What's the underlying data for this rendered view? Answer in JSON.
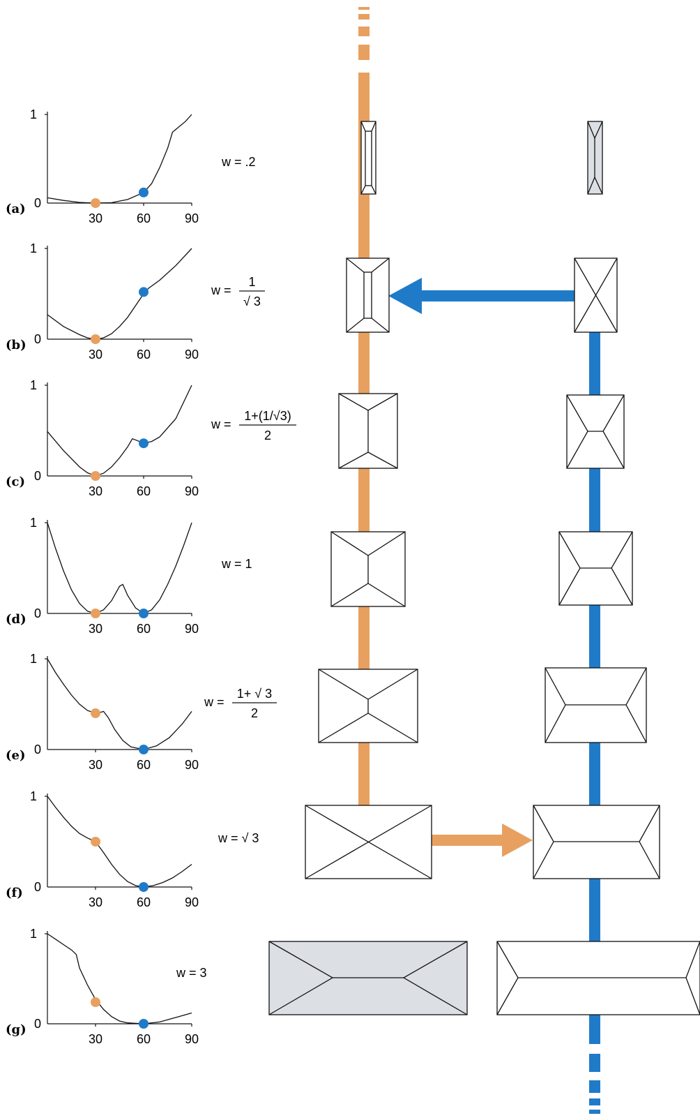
{
  "colors": {
    "orange": "#E8A060",
    "blue": "#1F7BC8",
    "gray_fill": "#DCDFE4",
    "line": "#111111"
  },
  "axis_ticks": {
    "y_top": "1",
    "y_zero": "0",
    "x": [
      "30",
      "60",
      "90"
    ]
  },
  "panels": [
    {
      "id": "a",
      "letter": "(a)",
      "eq": {
        "type": "plain",
        "text": "w = .2"
      },
      "curve": [
        [
          0,
          0.06
        ],
        [
          10,
          0.03
        ],
        [
          20,
          0.008
        ],
        [
          30,
          0.0
        ],
        [
          40,
          0.005
        ],
        [
          50,
          0.04
        ],
        [
          60,
          0.12
        ],
        [
          65,
          0.22
        ],
        [
          70,
          0.4
        ],
        [
          75,
          0.62
        ],
        [
          78,
          0.8
        ],
        [
          82,
          0.86
        ],
        [
          86,
          0.92
        ],
        [
          90,
          1.0
        ]
      ],
      "orange": [
        30,
        0.0
      ],
      "blue": [
        60,
        0.12
      ]
    },
    {
      "id": "b",
      "letter": "(b)",
      "eq": {
        "type": "frac",
        "pre": "w =",
        "num": "1",
        "den": "√ 3"
      },
      "curve": [
        [
          0,
          0.27
        ],
        [
          10,
          0.14
        ],
        [
          20,
          0.05
        ],
        [
          25,
          0.015
        ],
        [
          30,
          0.0
        ],
        [
          35,
          0.015
        ],
        [
          40,
          0.06
        ],
        [
          45,
          0.14
        ],
        [
          50,
          0.24
        ],
        [
          55,
          0.37
        ],
        [
          60,
          0.5
        ],
        [
          63,
          0.56
        ],
        [
          70,
          0.65
        ],
        [
          80,
          0.81
        ],
        [
          90,
          1.0
        ]
      ],
      "orange": [
        30,
        0.0
      ],
      "blue": [
        60,
        0.52
      ]
    },
    {
      "id": "c",
      "letter": "(c)",
      "eq": {
        "type": "frac",
        "pre": "w =",
        "num": "1+(1/√3)",
        "den": "2"
      },
      "curve": [
        [
          0,
          0.49
        ],
        [
          10,
          0.28
        ],
        [
          20,
          0.1
        ],
        [
          25,
          0.035
        ],
        [
          30,
          0.0
        ],
        [
          35,
          0.03
        ],
        [
          40,
          0.1
        ],
        [
          45,
          0.2
        ],
        [
          50,
          0.32
        ],
        [
          53,
          0.41
        ],
        [
          56,
          0.39
        ],
        [
          60,
          0.36
        ],
        [
          65,
          0.38
        ],
        [
          70,
          0.43
        ],
        [
          80,
          0.63
        ],
        [
          90,
          1.0
        ]
      ],
      "orange": [
        30,
        0.0
      ],
      "blue": [
        60,
        0.36
      ]
    },
    {
      "id": "d",
      "letter": "(d)",
      "eq": {
        "type": "plain",
        "text": "w = 1"
      },
      "curve": [
        [
          0,
          1.0
        ],
        [
          5,
          0.72
        ],
        [
          10,
          0.47
        ],
        [
          15,
          0.26
        ],
        [
          20,
          0.11
        ],
        [
          25,
          0.025
        ],
        [
          30,
          0.0
        ],
        [
          35,
          0.04
        ],
        [
          40,
          0.14
        ],
        [
          45,
          0.3
        ],
        [
          47,
          0.32
        ],
        [
          50,
          0.2
        ],
        [
          55,
          0.06
        ],
        [
          60,
          0.0
        ],
        [
          65,
          0.04
        ],
        [
          70,
          0.15
        ],
        [
          75,
          0.32
        ],
        [
          80,
          0.52
        ],
        [
          85,
          0.75
        ],
        [
          90,
          1.0
        ]
      ],
      "orange": [
        30,
        0.0
      ],
      "blue": [
        60,
        0.0
      ]
    },
    {
      "id": "e",
      "letter": "(e)",
      "eq": {
        "type": "frac",
        "pre": "w =",
        "num": "1+ √ 3",
        "den": "2"
      },
      "curve": [
        [
          0,
          1.0
        ],
        [
          5,
          0.85
        ],
        [
          10,
          0.72
        ],
        [
          15,
          0.6
        ],
        [
          20,
          0.5
        ],
        [
          25,
          0.43
        ],
        [
          30,
          0.4
        ],
        [
          33,
          0.41
        ],
        [
          35,
          0.42
        ],
        [
          38,
          0.35
        ],
        [
          42,
          0.22
        ],
        [
          47,
          0.1
        ],
        [
          52,
          0.03
        ],
        [
          60,
          0.0
        ],
        [
          68,
          0.04
        ],
        [
          76,
          0.13
        ],
        [
          84,
          0.28
        ],
        [
          90,
          0.42
        ]
      ],
      "orange": [
        30,
        0.4
      ],
      "blue": [
        60,
        0.0
      ]
    },
    {
      "id": "f",
      "letter": "(f)",
      "eq": {
        "type": "plain",
        "text": "w = √ 3"
      },
      "curve": [
        [
          0,
          1.0
        ],
        [
          5,
          0.88
        ],
        [
          10,
          0.77
        ],
        [
          15,
          0.67
        ],
        [
          20,
          0.59
        ],
        [
          25,
          0.54
        ],
        [
          30,
          0.5
        ],
        [
          35,
          0.38
        ],
        [
          40,
          0.25
        ],
        [
          45,
          0.14
        ],
        [
          50,
          0.06
        ],
        [
          55,
          0.015
        ],
        [
          60,
          0.0
        ],
        [
          66,
          0.015
        ],
        [
          72,
          0.05
        ],
        [
          78,
          0.1
        ],
        [
          84,
          0.17
        ],
        [
          90,
          0.25
        ]
      ],
      "orange": [
        30,
        0.5
      ],
      "blue": [
        60,
        0.0
      ]
    },
    {
      "id": "g",
      "letter": "(g)",
      "eq": {
        "type": "plain",
        "text": "w = 3"
      },
      "curve": [
        [
          0,
          1.0
        ],
        [
          5,
          0.94
        ],
        [
          10,
          0.88
        ],
        [
          15,
          0.82
        ],
        [
          18,
          0.77
        ],
        [
          20,
          0.62
        ],
        [
          25,
          0.43
        ],
        [
          30,
          0.27
        ],
        [
          35,
          0.16
        ],
        [
          40,
          0.08
        ],
        [
          45,
          0.03
        ],
        [
          50,
          0.01
        ],
        [
          60,
          0.0
        ],
        [
          70,
          0.02
        ],
        [
          80,
          0.07
        ],
        [
          90,
          0.12
        ]
      ],
      "orange": [
        30,
        0.24
      ],
      "blue": [
        60,
        0.0
      ]
    }
  ]
}
